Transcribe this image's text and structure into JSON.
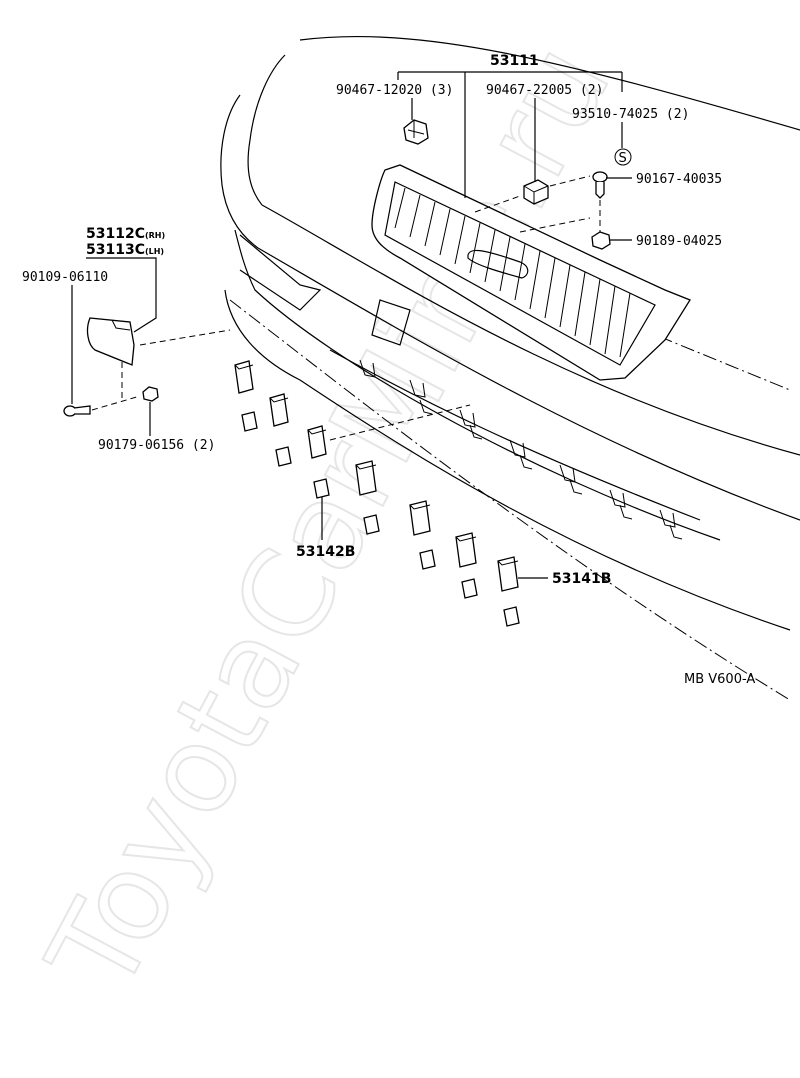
{
  "watermark": "ToyotaCarMine.ru",
  "reference_code": "MB V600-A",
  "symbol_s": "S",
  "labels": {
    "grille": "53111",
    "clip_a": "90467-12020 (3)",
    "clip_b": "90467-22005 (2)",
    "retainer": "93510-74025 (2)",
    "screw_a": "90167-40035",
    "nut": "90189-04025",
    "emblem_rh": "53112C",
    "emblem_rh_side": "(RH)",
    "emblem_lh": "53113C",
    "emblem_lh_side": "(LH)",
    "screw_b": "90109-06110",
    "nut_b": "90179-06156 (2)",
    "piece_a": "53142B",
    "piece_b": "53141B"
  }
}
